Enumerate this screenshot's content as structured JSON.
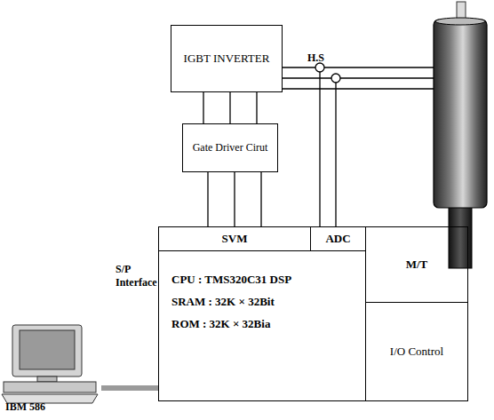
{
  "diagram": {
    "nodes": [
      {
        "text": [
          "IGBT INVERTER"
        ]
      },
      {
        "text": [
          "Gate Driver Cirut"
        ]
      },
      {
        "text": [
          "SVM"
        ]
      },
      {
        "text": [
          "ADC"
        ]
      },
      {
        "text": [
          "M/T"
        ]
      },
      {
        "text": [
          "CPU : TMS320C31 DSP",
          "SRAM : 32K × 32Bit",
          "ROM : 32K × 32Bia"
        ]
      },
      {
        "text": [
          "I/O Control"
        ]
      },
      {
        "text": [
          "IBM 586"
        ]
      }
    ],
    "edges": [
      {
        "from": 1,
        "to": 0,
        "arrow": "none"
      },
      {
        "from": 2,
        "to": 1,
        "arrow": "none"
      },
      {
        "from": 7,
        "to": 5,
        "arrow": "none"
      }
    ],
    "labels": [
      "H.S",
      "S/P Interface"
    ]
  }
}
